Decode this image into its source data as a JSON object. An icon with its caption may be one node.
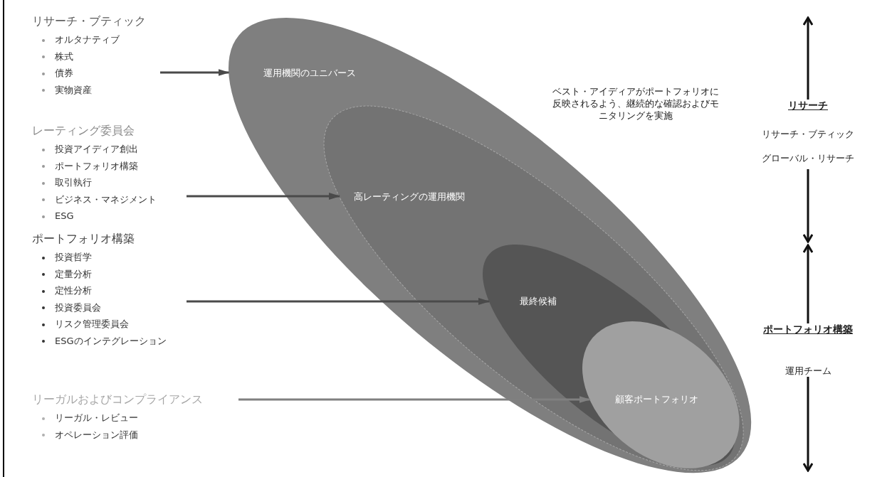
{
  "diagram": {
    "nodes": [
      {
        "text": [
          "リサーチ・ブティック",
          "オルタナティブ",
          "株式",
          "債券",
          "実物資産"
        ]
      },
      {
        "text": [
          "レーティング委員会",
          "投資アイディア創出",
          "ポートフォリオ構築",
          "取引執行",
          "ビジネス・マネジメント",
          "ESG"
        ]
      },
      {
        "text": [
          "ポートフォリオ構築",
          "投資哲学",
          "定量分析",
          "定性分析",
          "投資委員会",
          "リスク管理委員会",
          "ESGのインテグレーション"
        ]
      },
      {
        "text": [
          "リーガルおよびコンプライアンス",
          "リーガル・レビュー",
          "オペレーション評価"
        ]
      },
      {
        "text": [
          "運用機関のユニバース"
        ]
      },
      {
        "text": [
          "高レーティングの運用機関"
        ],
        "in": 4
      },
      {
        "text": [
          "最終候補"
        ],
        "in": 5
      },
      {
        "text": [
          "顧客ポートフォリオ"
        ],
        "in": 6
      },
      {
        "text": [
          "リサーチ",
          "リサーチ・ブティック",
          "グローバル・リサーチ"
        ]
      },
      {
        "text": [
          "ポートフォリオ構築",
          "運用チーム"
        ]
      }
    ],
    "edges": [
      {
        "from": 0,
        "to": 4,
        "arrow": "to"
      },
      {
        "from": 1,
        "to": 5,
        "arrow": "to"
      },
      {
        "from": 2,
        "to": 6,
        "arrow": "to"
      },
      {
        "from": 3,
        "to": 7,
        "arrow": "to",
        "color": "#808080"
      },
      {
        "from": 8,
        "to": null,
        "arrow": "to"
      },
      {
        "from": 8,
        "to": null,
        "arrow": "to"
      },
      {
        "from": 9,
        "to": null,
        "arrow": "to"
      },
      {
        "from": 9,
        "to": null,
        "arrow": "to"
      }
    ],
    "labels": [
      "ベスト・アイディアがポートフォリオに反映されるよう、継続的な確認およびモニタリングを実施"
    ]
  }
}
